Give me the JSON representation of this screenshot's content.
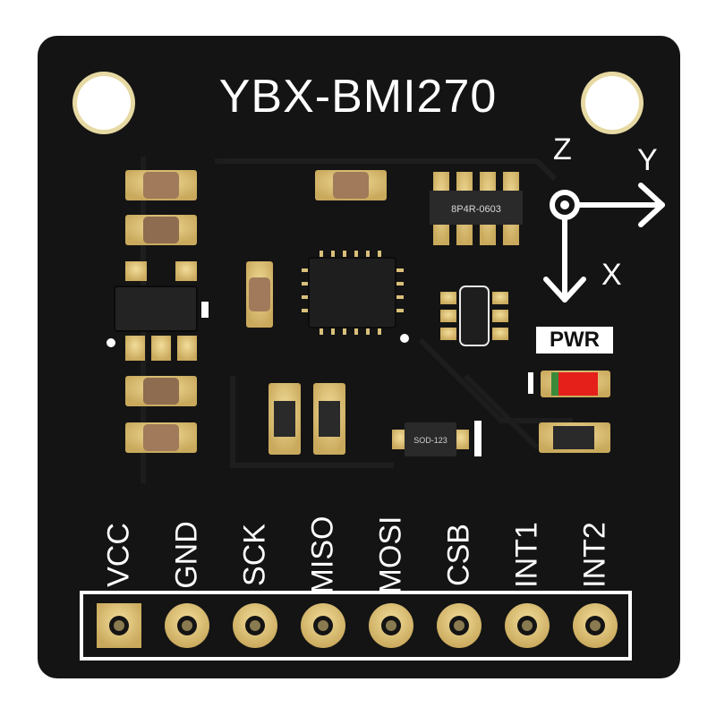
{
  "board": {
    "title": "YBX-BMI270",
    "power_label": "PWR",
    "axes": {
      "z": "Z",
      "y": "Y",
      "x": "X"
    },
    "pins": [
      "VCC",
      "GND",
      "SCK",
      "MISO",
      "MOSI",
      "CSB",
      "INT1",
      "INT2"
    ],
    "component_marks": {
      "resistor_network": "8P4R-0603",
      "diode": "SOD-123"
    }
  },
  "colors": {
    "pcb": "#141414",
    "pad": "#d9c07a",
    "silkscreen": "#ffffff",
    "led": "#e5201b",
    "capacitor": "#a07a5a",
    "ic": "#1e1e1e"
  }
}
